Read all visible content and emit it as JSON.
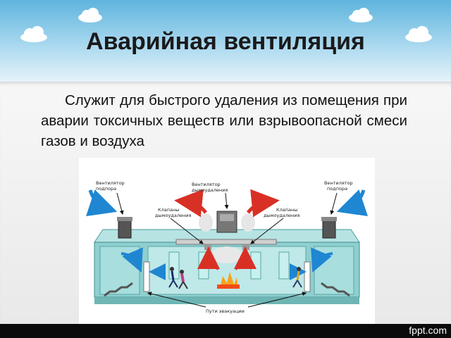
{
  "slide": {
    "title": "Аварийная вентиляция",
    "body": "Служит для быстрого удаления из помещения при аварии токсичных веществ или взрывоопасной смеси газов и воздуха"
  },
  "diagram": {
    "labels": {
      "fan_supply_left_1": "Вентилятор",
      "fan_supply_left_2": "подпора",
      "fan_smoke_1": "Вентилятор",
      "fan_smoke_2": "дымоудаления",
      "fan_supply_right_1": "Вентилятор",
      "fan_supply_right_2": "подпора",
      "valves_left_1": "Клапаны",
      "valves_left_2": "дымоудаления",
      "valves_right_1": "Клапаны",
      "valves_right_2": "дымоудаления",
      "evacuation_paths": "Пути эвакуации"
    }
  },
  "footer": {
    "brand": "fppt.com"
  },
  "colors": {
    "sky_top": "#5fb4de",
    "arrow_blue": "#1f86d2",
    "arrow_red": "#d93025",
    "building_teal": "#8fcfcf",
    "footer_bg": "#0b0b0b"
  }
}
